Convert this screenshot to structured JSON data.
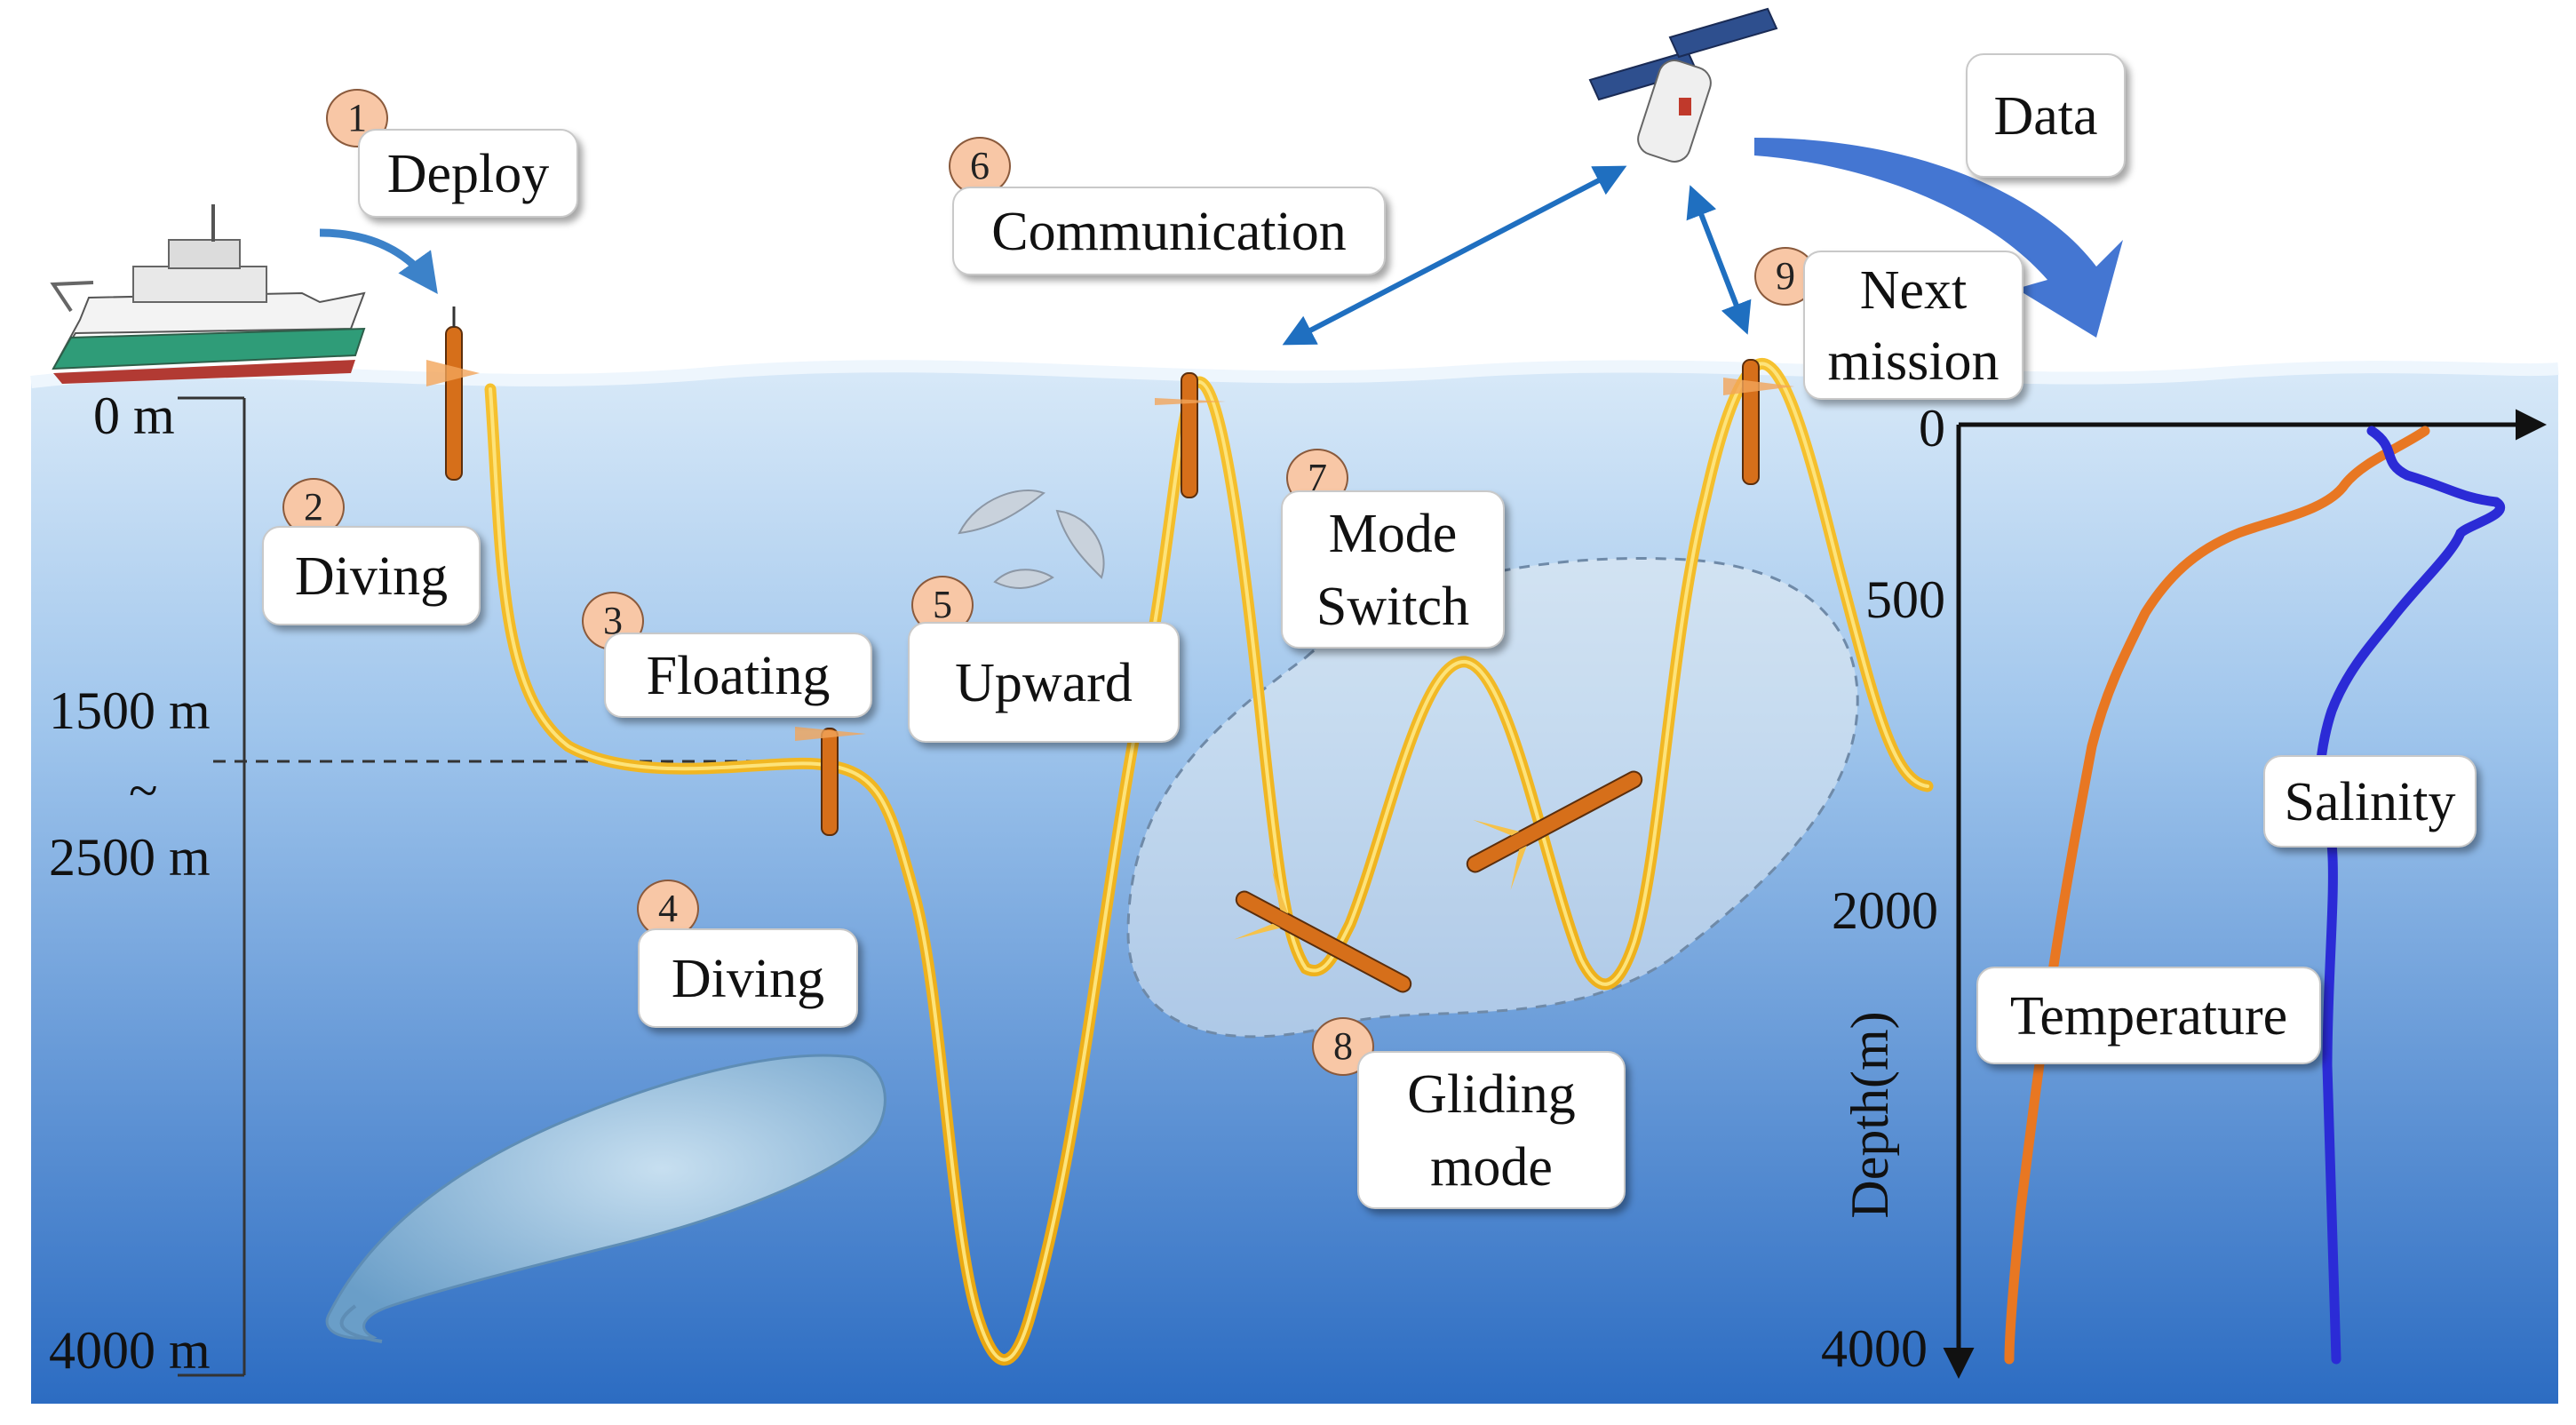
{
  "steps": [
    {
      "num": "1",
      "label": "Deploy"
    },
    {
      "num": "2",
      "label": "Diving"
    },
    {
      "num": "3",
      "label": "Floating"
    },
    {
      "num": "4",
      "label": "Diving"
    },
    {
      "num": "5",
      "label": "Upward"
    },
    {
      "num": "6",
      "label": "Communication"
    },
    {
      "num": "7",
      "label_line1": "Mode",
      "label_line2": "Switch"
    },
    {
      "num": "8",
      "label_line1": "Gliding",
      "label_line2": "mode"
    },
    {
      "num": "9",
      "label_line1": "Next",
      "label_line2": "mission"
    }
  ],
  "data_label": "Data",
  "depth_scale": {
    "top": "0 m",
    "mid_upper": "1500 m",
    "tilde": "~",
    "mid_lower": "2500 m",
    "bottom": "4000 m"
  },
  "profile_chart": {
    "ylabel": "Depth(m)",
    "ticks": [
      "0",
      "500",
      "2000",
      "4000"
    ],
    "series": [
      {
        "name": "Temperature",
        "color": "#e87722"
      },
      {
        "name": "Salinity",
        "color": "#2b2bd6"
      }
    ]
  },
  "colors": {
    "sky": "#ffffff",
    "sea_top": "#cfe3f6",
    "sea_bottom": "#2d6fc4",
    "trajectory": "#f2b81c",
    "arrow": "#1f6fc0",
    "data_arrow": "#3a6fd0",
    "badge_fill": "#f8c7a6"
  }
}
